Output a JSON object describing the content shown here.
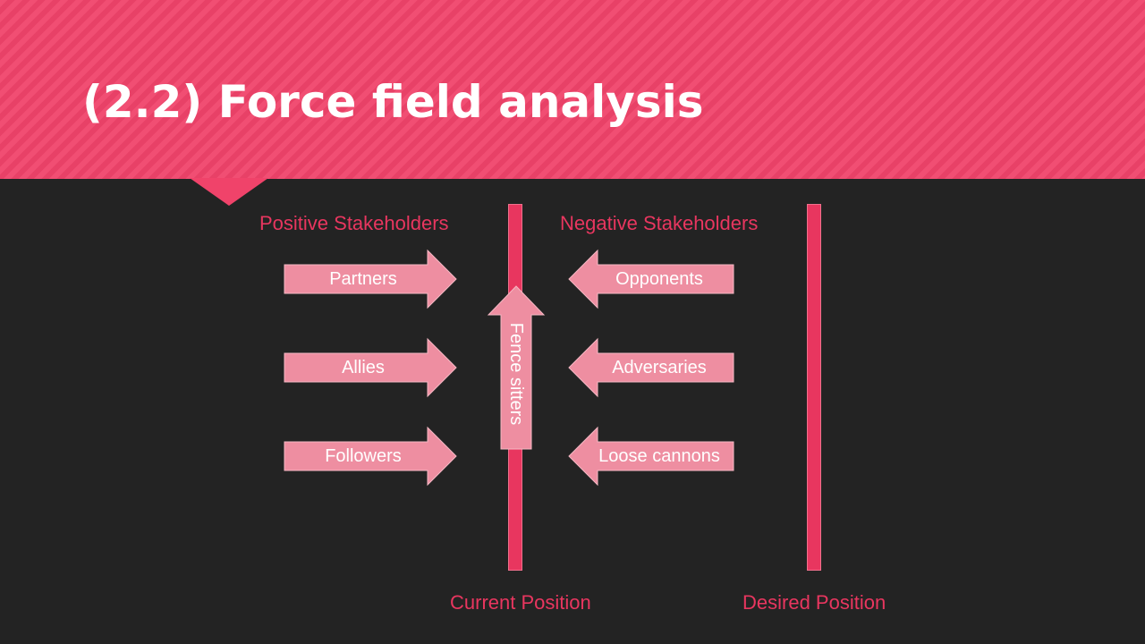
{
  "title": "(2.2) Force field analysis",
  "headings": {
    "positive": "Positive Stakeholders",
    "negative": "Negative Stakeholders"
  },
  "positions": {
    "current": "Current Position",
    "desired": "Desired Position"
  },
  "positive_forces": [
    "Partners",
    "Allies",
    "Followers"
  ],
  "negative_forces": [
    "Opponents",
    "Adversaries",
    "Loose cannons"
  ],
  "neutral_force": "Fence sitters",
  "colors": {
    "banner": "#f0436a",
    "accent": "#e8365f",
    "arrow_fill": "#ee8ea1",
    "background": "#232323"
  }
}
